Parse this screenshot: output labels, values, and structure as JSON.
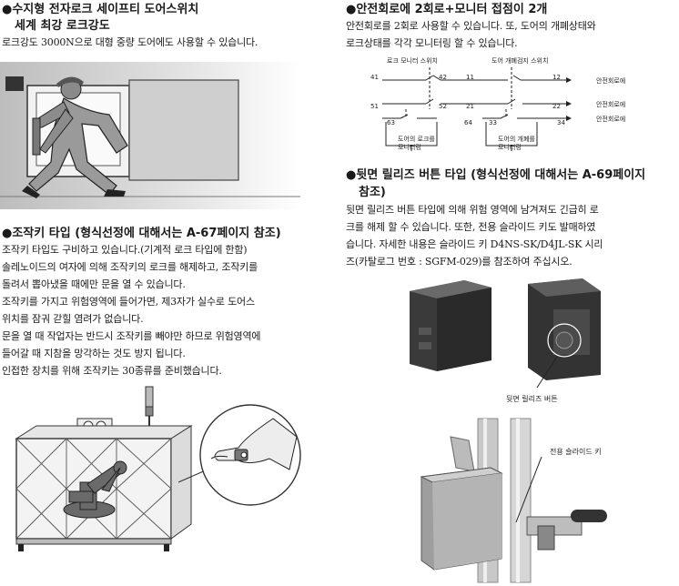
{
  "left": {
    "section1": {
      "title_line1": "●수지형 전자로크 세이프티 도어스위치",
      "title_line2": "세계 최강 로크강도",
      "body": "로크강도 3000N으로 대형 중량 도어에도 사용할 수 있습니다."
    },
    "section2": {
      "title": "●조작키 타입 (형식선정에 대해서는 A-67페이지 참조)",
      "lines": [
        "조작키 타입도 구비하고 있습니다.(기계적 로크 타입에 한함)",
        "솔레노이드의 여자에 의해 조작키의 로크를 해제하고, 조작키를",
        "돌려서 뽑아냈을 때에만 문을 열 수 있습니다.",
        "조작키를 가지고 위험영역에 들어가면, 제3자가 실수로 도어스",
        "위치를 잠궈 갇힐 염려가 없습니다.",
        "문을 열 때 작업자는 반드시 조작키를 빼야만 하므로 위험영역에",
        "들어갈 때 지참을 망각하는 것도 방지 됩니다.",
        "인접한 장치를 위해 조작키는 30종류를 준비했습니다."
      ]
    }
  },
  "right": {
    "section1": {
      "title": "●안전회로에 2회로+모니터 접점이 2개",
      "lines": [
        "안전회로를 2회로 사용할 수 있습니다. 또, 도어의 개폐상태와",
        "로크상태를 각각 모니터링 할 수 있습니다."
      ],
      "diagram": {
        "label_lock_monitor": "로크 모니터 스위치",
        "label_door_switch": "도어 개폐검지 스위치",
        "terminals": [
          "41",
          "42",
          "11",
          "12",
          "51",
          "52",
          "21",
          "22",
          "63",
          "64",
          "33",
          "34"
        ],
        "out_labels": [
          "안전회로에",
          "안전회로에",
          "안전회로에"
        ],
        "bracket1": [
          "도어의 로크를",
          "모니터링"
        ],
        "bracket2": [
          "도어의 개폐를",
          "모니터링"
        ]
      }
    },
    "section2": {
      "title_line1": "●뒷면 릴리즈 버튼 타입 (형식선정에 대해서는 A-69페이지",
      "title_line2": "참조)",
      "lines": [
        "뒷면 릴리즈 버튼 타입에 의해 위험 영역에 남겨져도 긴급히 로",
        "크를 해제 할 수 있습니다. 또한, 전용 슬라이드 키도 발매하였",
        "습니다. 자세한 내용은 슬라이드 키 D4NS-SK/D4JL-SK 시리",
        "즈(카탈로그 번호 : SGFM-029)를 참조하여 주십시오."
      ],
      "caption_release": "뒷면 릴리즈 버튼",
      "caption_slide_key": "전용 슬라이드 키"
    }
  }
}
